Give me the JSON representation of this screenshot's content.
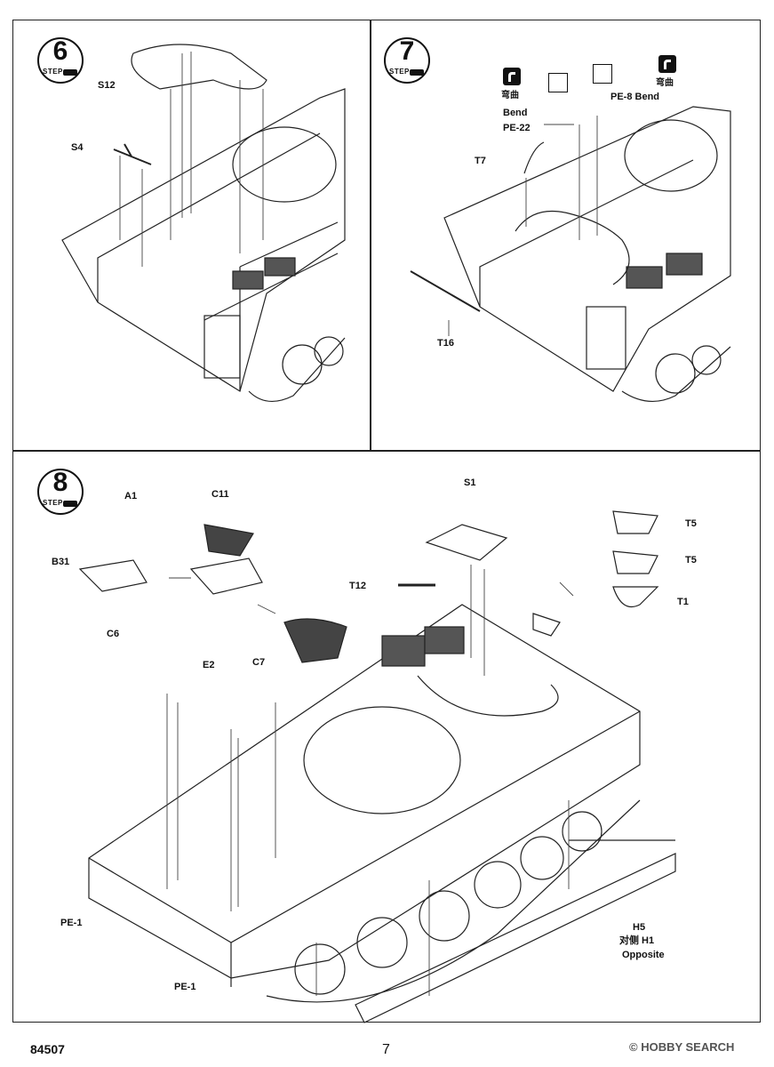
{
  "steps": [
    {
      "number": "6",
      "word": "STEP"
    },
    {
      "number": "7",
      "word": "STEP"
    },
    {
      "number": "8",
      "word": "STEP"
    }
  ],
  "step6": {
    "labels": {
      "s12": "S12",
      "s4": "S4"
    }
  },
  "step7": {
    "labels": {
      "bend_cn_left": "弯曲",
      "bend_left": "Bend",
      "pe22": "PE-22",
      "bend_cn_right": "弯曲",
      "pe8": "PE-8 Bend",
      "t7": "T7",
      "t16": "T16"
    }
  },
  "step8": {
    "labels": {
      "a1": "A1",
      "b31": "B31",
      "c6": "C6",
      "c11": "C11",
      "s1": "S1",
      "t12": "T12",
      "t5a": "T5",
      "t5b": "T5",
      "t1": "T1",
      "e2": "E2",
      "c7": "C7",
      "pe1_left": "PE-1",
      "pe1_bottom": "PE-1",
      "h5": "H5",
      "h5_cn": "对侧 H1",
      "h5_opposite": "Opposite"
    }
  },
  "footer": {
    "product_code": "84507",
    "page_number": "7",
    "watermark": "© HOBBY SEARCH"
  }
}
